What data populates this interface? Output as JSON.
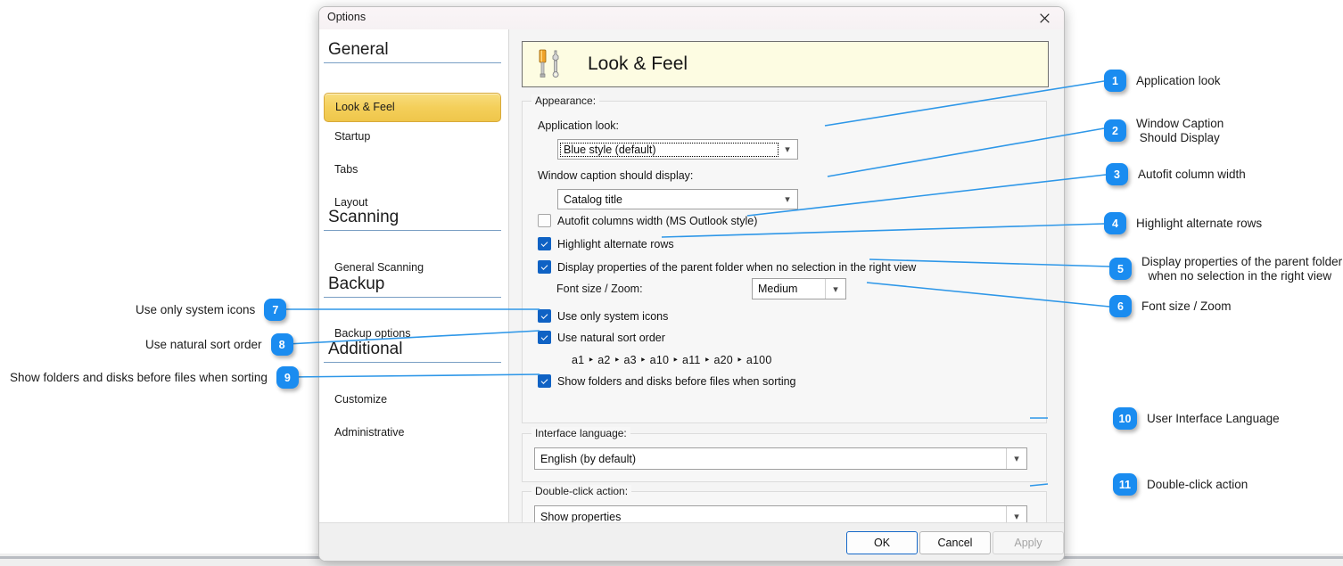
{
  "window": {
    "title": "Options",
    "close_icon": "close-icon"
  },
  "sidebar": {
    "groups": [
      {
        "title": "General",
        "items": [
          {
            "label": "Look & Feel",
            "selected": true
          },
          {
            "label": "Startup",
            "selected": false
          },
          {
            "label": "Tabs",
            "selected": false
          },
          {
            "label": "Layout",
            "selected": false
          }
        ]
      },
      {
        "title": "Scanning",
        "items": [
          {
            "label": "General Scanning",
            "selected": false
          }
        ]
      },
      {
        "title": "Backup",
        "items": [
          {
            "label": "Backup options",
            "selected": false
          }
        ]
      },
      {
        "title": "Additional",
        "items": [
          {
            "label": "Customize",
            "selected": false
          },
          {
            "label": "Administrative",
            "selected": false
          }
        ]
      }
    ]
  },
  "banner": {
    "title": "Look & Feel",
    "icon": "screwdriver-wrench-icon"
  },
  "appearance": {
    "legend": "Appearance:",
    "application_look_label": "Application look:",
    "application_look_value": "Blue style (default)",
    "window_caption_label": "Window caption should display:",
    "window_caption_value": "Catalog title",
    "autofit_label": "Autofit columns width (MS Outlook style)",
    "autofit_checked": false,
    "highlight_label": "Highlight alternate rows",
    "highlight_checked": true,
    "display_parent_label": "Display properties of the parent folder when no selection in the right view",
    "display_parent_checked": true,
    "font_size_label": "Font size / Zoom:",
    "font_size_value": "Medium",
    "system_icons_label": "Use only system icons",
    "system_icons_checked": true,
    "natural_sort_label": "Use natural sort order",
    "natural_sort_checked": true,
    "natural_sort_example": "a1 ‣ a2 ‣ a3 ‣ a10 ‣ a11 ‣ a20 ‣ a100",
    "folders_first_label": "Show folders and disks before files when sorting",
    "folders_first_checked": true
  },
  "interface_language": {
    "legend": "Interface language:",
    "value": "English (by default)"
  },
  "double_click": {
    "legend": "Double-click action:",
    "value": "Show properties"
  },
  "footer": {
    "ok": "OK",
    "cancel": "Cancel",
    "apply": "Apply"
  },
  "callouts": {
    "accent_color": "#1a8cf0",
    "items": [
      {
        "n": "1",
        "text": "Application look"
      },
      {
        "n": "2",
        "text": "Window Caption\n Should Display"
      },
      {
        "n": "3",
        "text": "Autofit column width"
      },
      {
        "n": "4",
        "text": "Highlight alternate rows"
      },
      {
        "n": "5",
        "text": "Display properties of the parent folder\n  when no selection in the right view"
      },
      {
        "n": "6",
        "text": "Font size / Zoom"
      },
      {
        "n": "7",
        "text": "Use only system icons"
      },
      {
        "n": "8",
        "text": "Use natural sort order"
      },
      {
        "n": "9",
        "text": "Show folders and disks before files when sorting"
      },
      {
        "n": "10",
        "text": "User Interface Language"
      },
      {
        "n": "11",
        "text": "Double-click action"
      }
    ]
  }
}
